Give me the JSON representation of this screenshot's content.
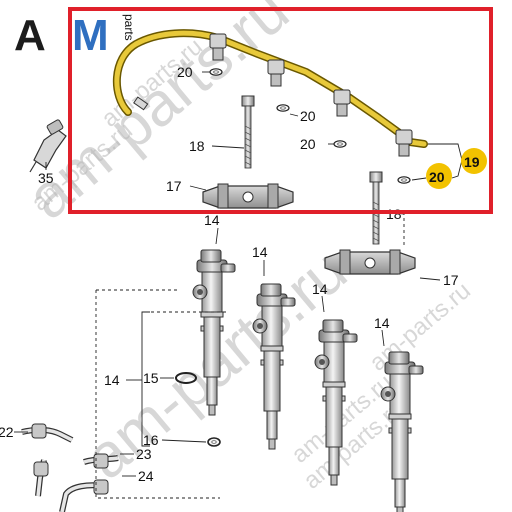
{
  "logo": {
    "main_left": "A",
    "main_right": "M",
    "side": "parts",
    "colors": {
      "dark": "#1c1c1c",
      "accent": "#2f6fc0"
    }
  },
  "watermarks": {
    "big_1": "am-parts.ru",
    "big_2": "am-parts.ru",
    "small_1": "am-parts.ru",
    "small_2": "am-parts.ru",
    "small_3": "am-parts.ru",
    "small_4": "am-parts.ru",
    "small_5": "am-parts.ru"
  },
  "highlight": {
    "color": "#e0202a"
  },
  "callout": {
    "color": "#f2c200"
  },
  "labels": {
    "l_20a": "20",
    "l_20b": "20",
    "l_20c": "20",
    "l_20d": "20",
    "l_19": "19",
    "l_18a": "18",
    "l_18b": "18",
    "l_17a": "17",
    "l_17b": "17",
    "l_35": "35",
    "l_14a": "14",
    "l_14b": "14",
    "l_14c": "14",
    "l_14d": "14",
    "l_14e": "14",
    "l_15": "15",
    "l_16": "16",
    "l_22": "22",
    "l_23": "23",
    "l_24": "24"
  }
}
